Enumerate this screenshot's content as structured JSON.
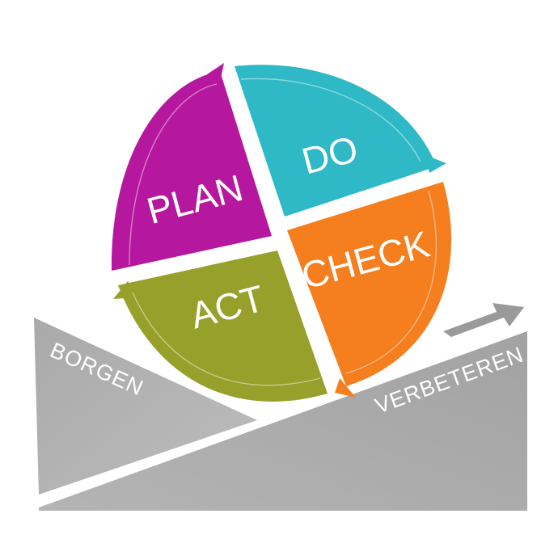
{
  "cycle": {
    "plan": {
      "label": "PLAN",
      "color": "#b5179e"
    },
    "do": {
      "label": "DO",
      "color": "#2fb8c6"
    },
    "check": {
      "label": "CHECK",
      "color": "#f57f1e"
    },
    "act": {
      "label": "ACT",
      "color": "#97a02b"
    }
  },
  "ramp": {
    "borgen_label": "BORGEN",
    "verbeteren_label": "VERBETEREN",
    "color": "#a7a7a7"
  }
}
